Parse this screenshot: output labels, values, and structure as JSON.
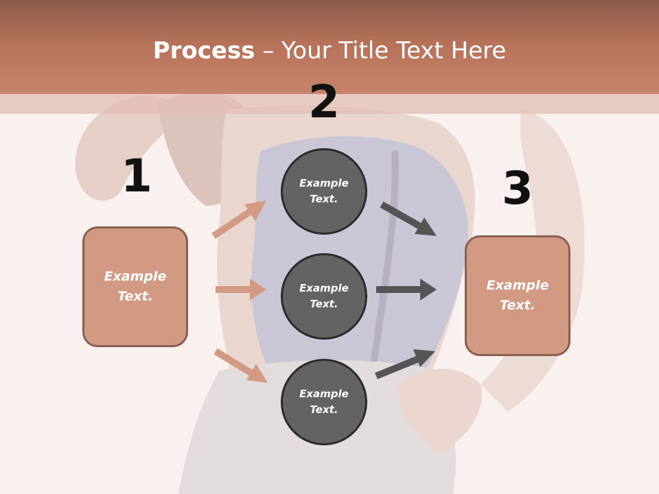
{
  "slide": {
    "title_bold": "Process",
    "title_rest": " – Your Title Text Here",
    "step_numbers": [
      "1",
      "2",
      "3"
    ],
    "left_box": {
      "text": "Example\nText."
    },
    "right_box": {
      "text": "Example\nText."
    },
    "circles": [
      {
        "text": "Example\nText."
      },
      {
        "text": "Example\nText."
      },
      {
        "text": "Example\nText."
      }
    ],
    "colors": {
      "accent": "#c8846a",
      "box_fill": "#d39a83",
      "circle_fill": "#636363",
      "arrow_left": "#d39a83",
      "arrow_right": "#555555"
    },
    "background_image": "corset-photo"
  }
}
